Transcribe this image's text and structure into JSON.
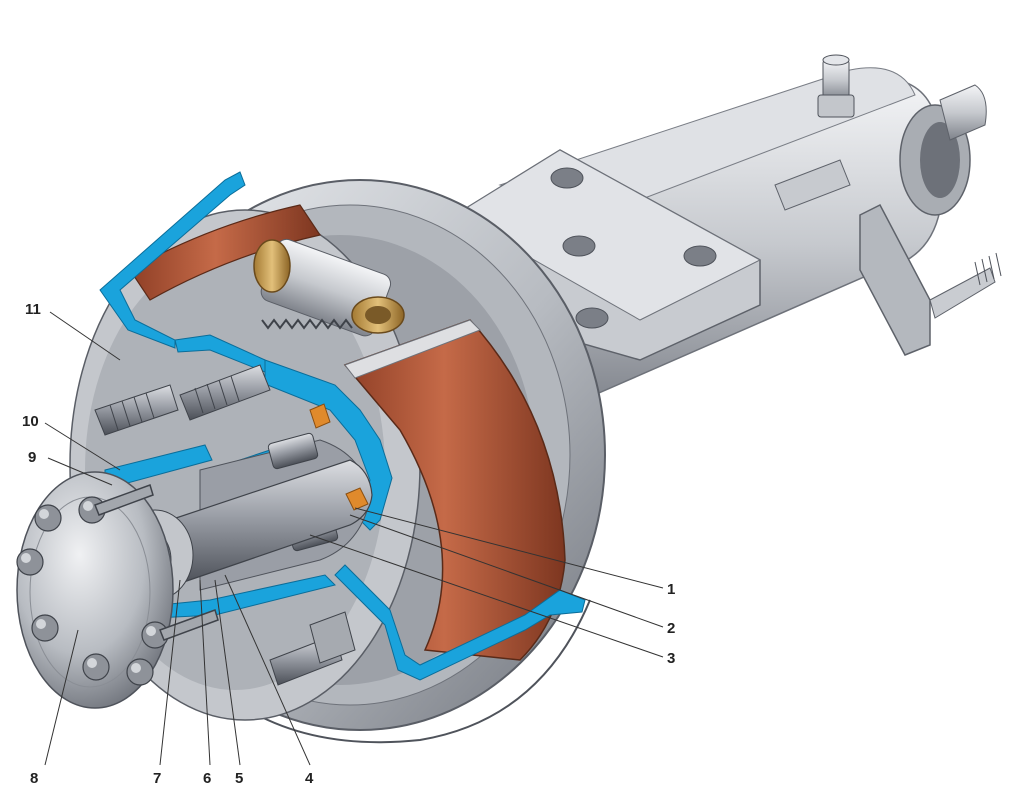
{
  "colors": {
    "background": "#ffffff",
    "metal_light": "#e6e7ea",
    "metal_mid": "#b9bcc2",
    "metal_dark": "#7c8088",
    "metal_shadow": "#575b63",
    "section_cut": "#1aa3dc",
    "brake_lining": "#b85c3c",
    "bronze_bushing": "#c9a35a",
    "seal_orange": "#e08a2c",
    "label_text": "#222222"
  },
  "callouts": [
    {
      "number": "1"
    },
    {
      "number": "2"
    },
    {
      "number": "3"
    },
    {
      "number": "4"
    },
    {
      "number": "5"
    },
    {
      "number": "6"
    },
    {
      "number": "7"
    },
    {
      "number": "8"
    },
    {
      "number": "9"
    },
    {
      "number": "10"
    },
    {
      "number": "11"
    }
  ]
}
